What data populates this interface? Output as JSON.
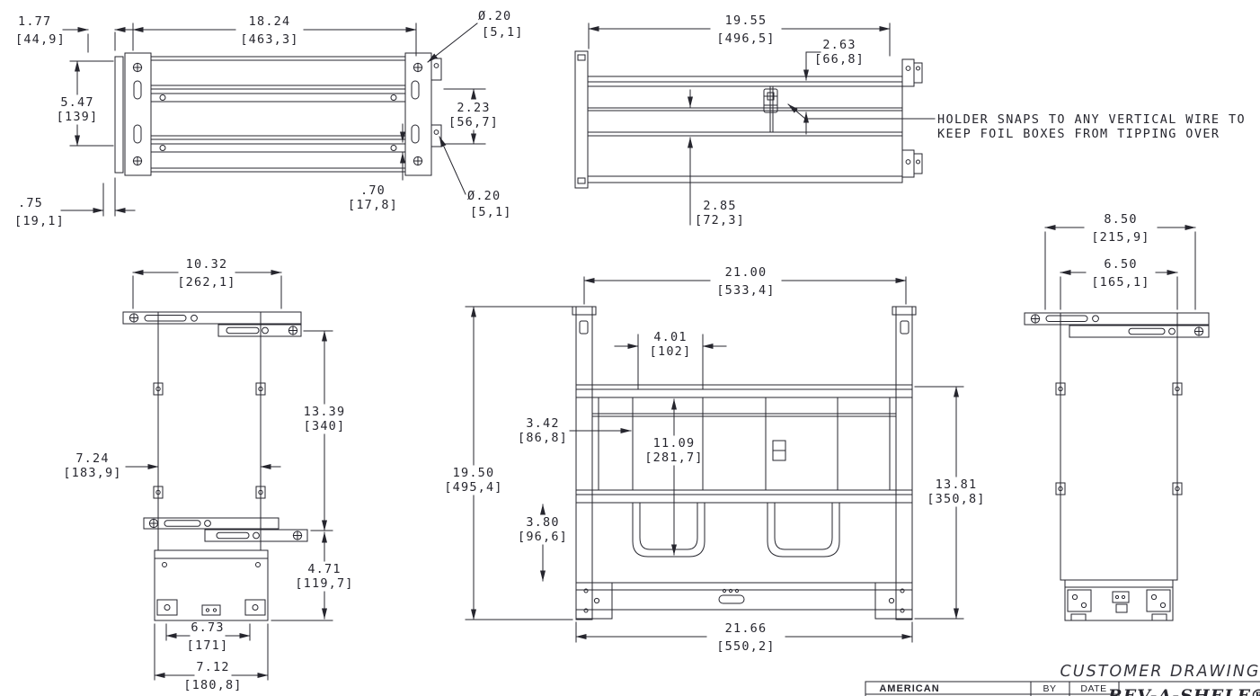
{
  "title_block": {
    "drawing_type": "CUSTOMER DRAWING",
    "company": "AMERICAN",
    "by_label": "BY",
    "date_label": "DATE",
    "brand": "REV-A-SHELF®"
  },
  "note": {
    "line1": "HOLDER SNAPS TO ANY VERTICAL WIRE TO",
    "line2": "KEEP FOIL BOXES FROM TIPPING OVER"
  },
  "colors": {
    "line": "#26262e",
    "background": "#ffffff"
  },
  "views": {
    "side_rail": {
      "dims": {
        "front_offset": {
          "in": "1.77",
          "mm": "[44,9]"
        },
        "rail_length": {
          "in": "18.24",
          "mm": "[463,3]"
        },
        "hole_top": {
          "in": "Ø.20",
          "mm": "[5,1]"
        },
        "overall_height": {
          "in": "5.47",
          "mm": "[139]"
        },
        "tier_gap": {
          "in": "2.23",
          "mm": "[56,7]"
        },
        "rail_depth": {
          "in": ".70",
          "mm": "[17,8]"
        },
        "hole_bottom": {
          "in": "Ø.20",
          "mm": "[5,1]"
        },
        "rear_offset": {
          "in": ".75",
          "mm": "[19,1]"
        }
      }
    },
    "side_tall": {
      "dims": {
        "length": {
          "in": "19.55",
          "mm": "[496,5]"
        },
        "top_gap": {
          "in": "2.63",
          "mm": "[66,8]"
        },
        "bottom_gap": {
          "in": "2.85",
          "mm": "[72,3]"
        }
      }
    },
    "plan_base": {
      "dims": {
        "slide_length": {
          "in": "10.32",
          "mm": "[262,1]"
        },
        "body_length": {
          "in": "13.39",
          "mm": "[340]"
        },
        "body_width": {
          "in": "7.24",
          "mm": "[183,9]"
        },
        "base_length": {
          "in": "4.71",
          "mm": "[119,7]"
        },
        "base_inner_width": {
          "in": "6.73",
          "mm": "[171]"
        },
        "base_width": {
          "in": "7.12",
          "mm": "[180,8]"
        }
      }
    },
    "front": {
      "dims": {
        "width_top": {
          "in": "21.00",
          "mm": "[533,4]"
        },
        "wire_spacing": {
          "in": "4.01",
          "mm": "[102]"
        },
        "wire_offset": {
          "in": "3.42",
          "mm": "[86,8]"
        },
        "basket_depth": {
          "in": "11.09",
          "mm": "[281,7]"
        },
        "overall_height": {
          "in": "19.50",
          "mm": "[495,4]"
        },
        "lower_gap": {
          "in": "3.80",
          "mm": "[96,6]"
        },
        "side_height": {
          "in": "13.81",
          "mm": "[350,8]"
        },
        "width_bottom": {
          "in": "21.66",
          "mm": "[550,2]"
        }
      }
    },
    "plan_tall": {
      "dims": {
        "slide_span": {
          "in": "8.50",
          "mm": "[215,9]"
        },
        "body_width": {
          "in": "6.50",
          "mm": "[165,1]"
        }
      }
    }
  }
}
